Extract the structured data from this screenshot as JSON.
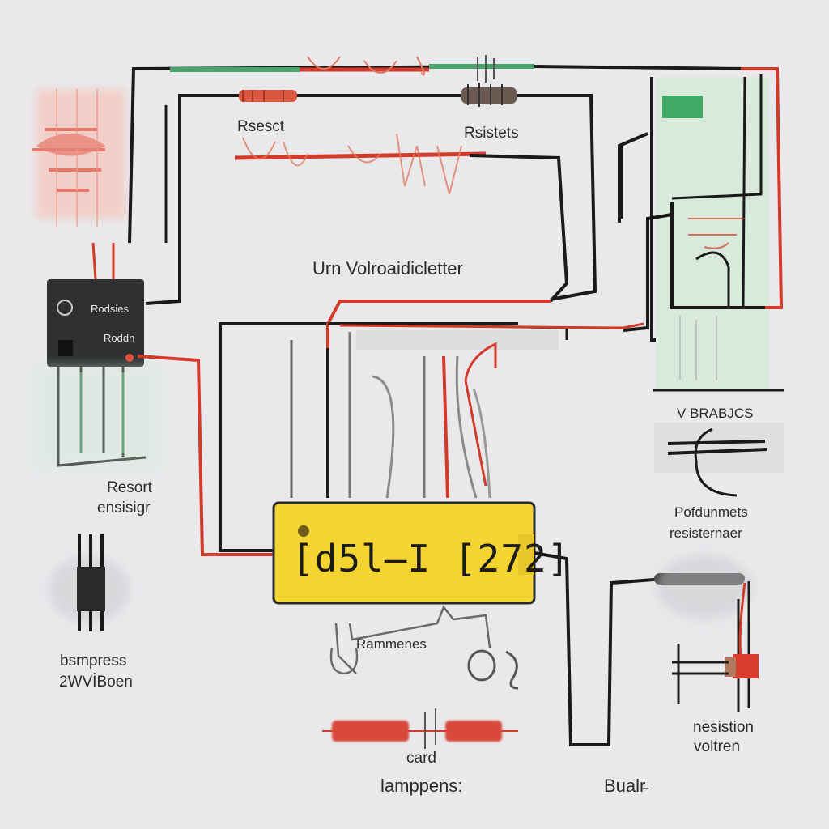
{
  "labels": {
    "resist_top": "Rsesct",
    "resistors_top": "Rsistets",
    "main_title": "Urn Volroaidicletter",
    "module_line1": "Rodsies",
    "module_line2": "Roddn",
    "reset_line1": "Resort",
    "reset_line2": "ensisigr",
    "right_tag": "V BRABJCS",
    "potentiometer_line1": "Pofdunmets",
    "potentiometer_line2": "resisternaer",
    "display_text": "[d5l—I [272]",
    "bottom_center": "Rammenes",
    "bottom_left_line1": "bsmpress",
    "bottom_left_line2": "2WVİBoen",
    "right_bottom_line1": "nesistion",
    "right_bottom_line2": "voltren",
    "card": "card",
    "lamp": "lamppens:",
    "bualr": "Bualr̵"
  },
  "colors": {
    "wire_black": "#1a1a1a",
    "wire_red": "#d23a2a",
    "wire_green": "#4aa36a",
    "display_yellow": "#f3d433",
    "module_dark": "#2f3032",
    "background": "#e9e9ec"
  }
}
